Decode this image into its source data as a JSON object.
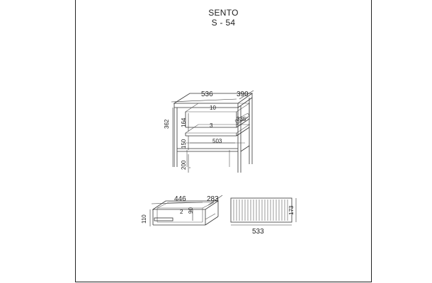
{
  "product": {
    "name": "SENTO",
    "code": "S - 54"
  },
  "dimensions": {
    "width": "536",
    "depth": "390",
    "top_gap": "10",
    "drawer_depth": "335",
    "drawer_gap": "3",
    "total_height": "362",
    "drawer_height": "164",
    "shelf_height": "150",
    "inner_width": "503",
    "leg_height": "200",
    "drawer_box_width": "446",
    "drawer_box_depth": "283",
    "drawer_box_outer_height": "110",
    "drawer_box_inner_height": "90",
    "drawer_box_gap": "2",
    "front_panel_height": "173",
    "front_panel_width": "533"
  }
}
